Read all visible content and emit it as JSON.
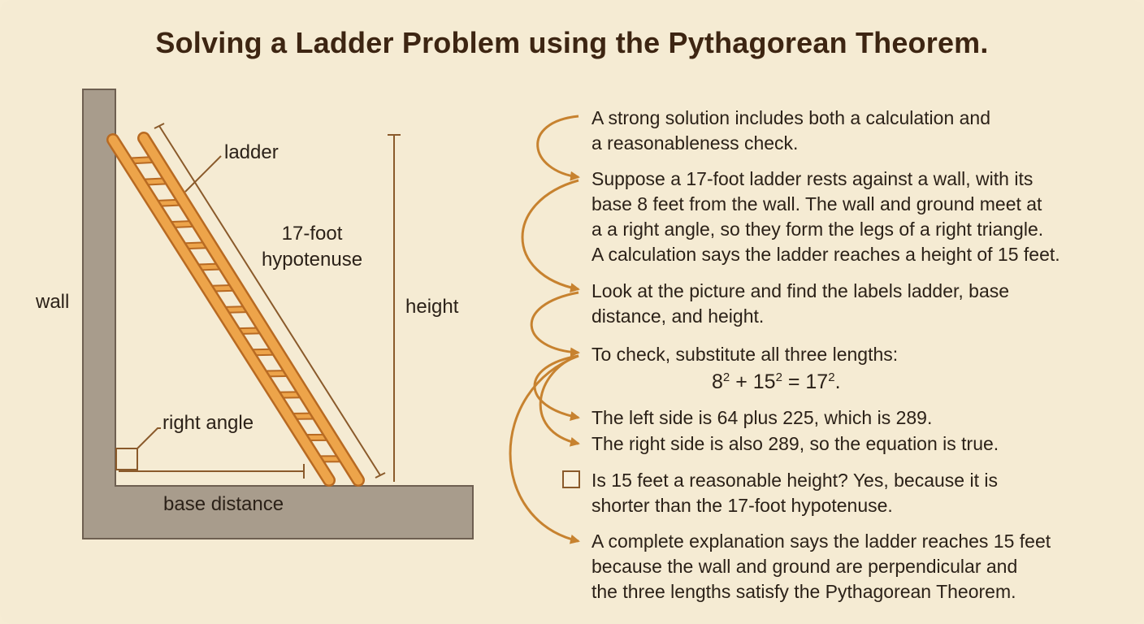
{
  "title": "Solving a Ladder Problem using the Pythagorean Theorem.",
  "diagram": {
    "labels": {
      "wall": "wall",
      "ladder": "ladder",
      "hyp_line1": "17-foot",
      "hyp_line2": "hypotenuse",
      "height": "height",
      "right_angle": "right angle",
      "base_distance": "base distance"
    },
    "colors": {
      "wall_fill": "#a89c8c",
      "wall_stroke": "#6e5f51",
      "ladder": "#eda44a",
      "ladder_dark": "#b86a22",
      "annotation": "#8a5a2b",
      "arrow": "#c7822f"
    }
  },
  "steps": {
    "p1": [
      "A strong solution includes both a calculation and",
      "a reasonableness check."
    ],
    "p2": [
      "Suppose a 17-foot ladder rests against a wall, with its",
      "base 8 feet from the wall. The wall and ground meet at",
      "a a right angle, so they form the legs of a right triangle.",
      "A calculation says the ladder reaches a height of 15 feet."
    ],
    "p3": [
      "Look at the picture and find the labels ladder, base",
      "distance, and height."
    ],
    "p4": [
      "To check, substitute all three lengths:"
    ],
    "equation": {
      "a": "8",
      "b": "15",
      "c": "17",
      "exp": "2",
      "plus": " + ",
      "equals": " = ",
      "end": "."
    },
    "p5": [
      "The left side is 64 plus 225, which is 289."
    ],
    "p6": [
      "The right side is also 289, so the equation is true."
    ],
    "p7": [
      "Is 15 feet a reasonable height?  Yes, because it is",
      "shorter than the 17-foot hypotenuse."
    ],
    "p8": [
      "A complete explanation says the ladder reaches 15 feet",
      "because the wall and ground are perpendicular and",
      "the three lengths satisfy the Pythagorean Theorem."
    ]
  }
}
